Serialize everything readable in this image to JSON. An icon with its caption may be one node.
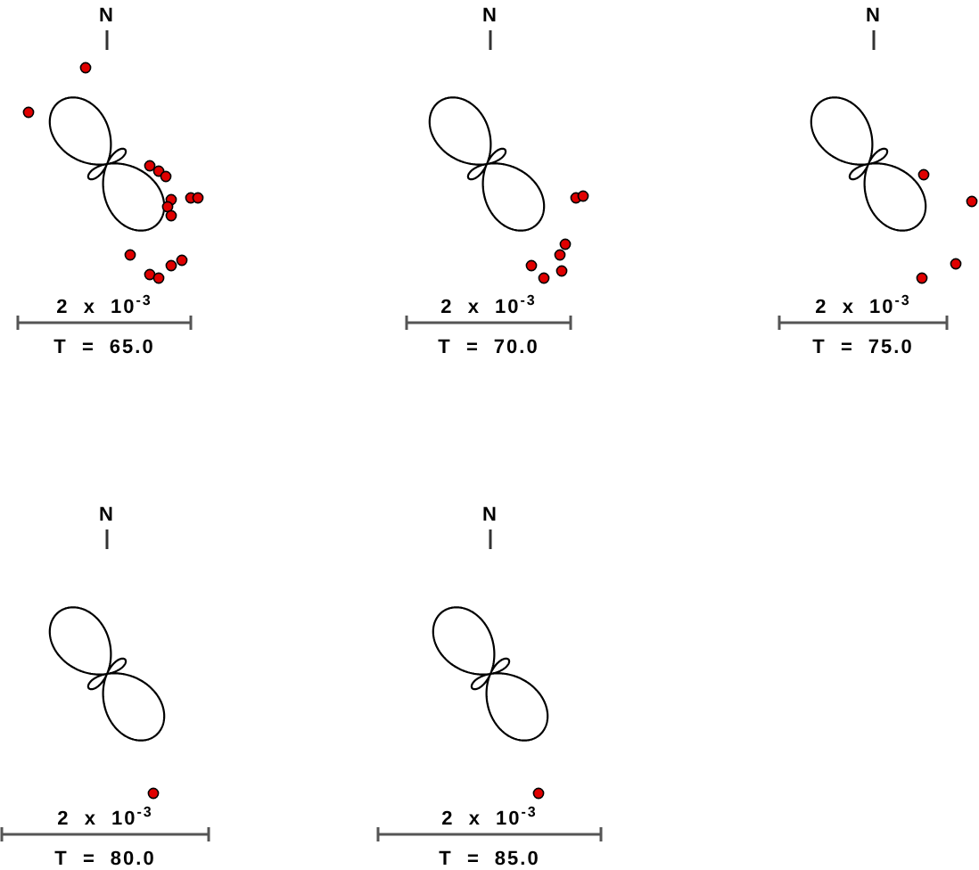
{
  "diagram": {
    "labels": [
      "N",
      "2 x 10$^{-3}$",
      "T = 65.0",
      "N",
      "2 x 10$^{-3}$",
      "T = 70.0",
      "N",
      "2 x 10$^{-3}$",
      "T = 75.0",
      "N",
      "2 x 10$^{-3}$",
      "T = 80.0",
      "N",
      "2 x 10$^{-3}$",
      "T = 85.0"
    ]
  }
}
